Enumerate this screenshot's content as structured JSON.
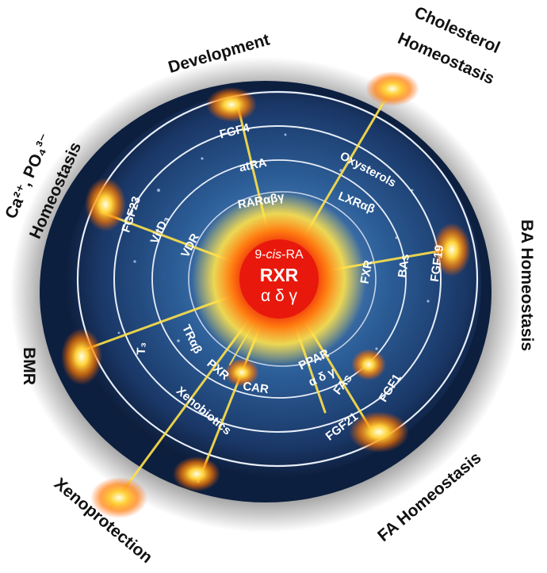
{
  "diagram": {
    "core": {
      "ligand": {
        "prefix": "9-",
        "italic": "cis",
        "suffix": "-RA"
      },
      "receptor": "RXR",
      "isoforms": "α δ γ"
    },
    "outer_labels": {
      "development": "Development",
      "cholesterol_1": "Cholesterol",
      "cholesterol_2": "Homeostasis",
      "ca_po4_1": "Ca²⁺, PO₄³⁻",
      "ca_po4_2": "Homeostasis",
      "ba": "BA Homeostasis",
      "bmr": "BMR",
      "fa": "FA Homeostasis",
      "xeno": "Xenoprotection"
    },
    "ring_labels": {
      "fgf4": "FGF4",
      "atra": "atRA",
      "rar": "RARαβγ",
      "oxysterols": "Oxysterols",
      "lxr": "LXRαβ",
      "fgf23": "FGF23",
      "vitd3": "VitD₃",
      "vdr": "VDR",
      "fxr": "FXR",
      "bas": "BAs",
      "fgf19": "FGF19",
      "t3": "T₃",
      "tr": "TRαβ",
      "pxr": "PXR",
      "car": "CAR",
      "ppar_1": "PPAR",
      "ppar_2": "α δ γ",
      "fas": "FAs",
      "fgf1": "FGF1",
      "fgf21": "FGF21",
      "xenobiotics": "Xenobiotics"
    },
    "colors": {
      "background_dark": "#0b1d3a",
      "disc_blue": "#2c5a92",
      "ring_line": "#e8eef8",
      "ray_yellow": "#ffe14a",
      "glow_orange": "#ff8a00",
      "core_red": "#e8190c"
    }
  }
}
